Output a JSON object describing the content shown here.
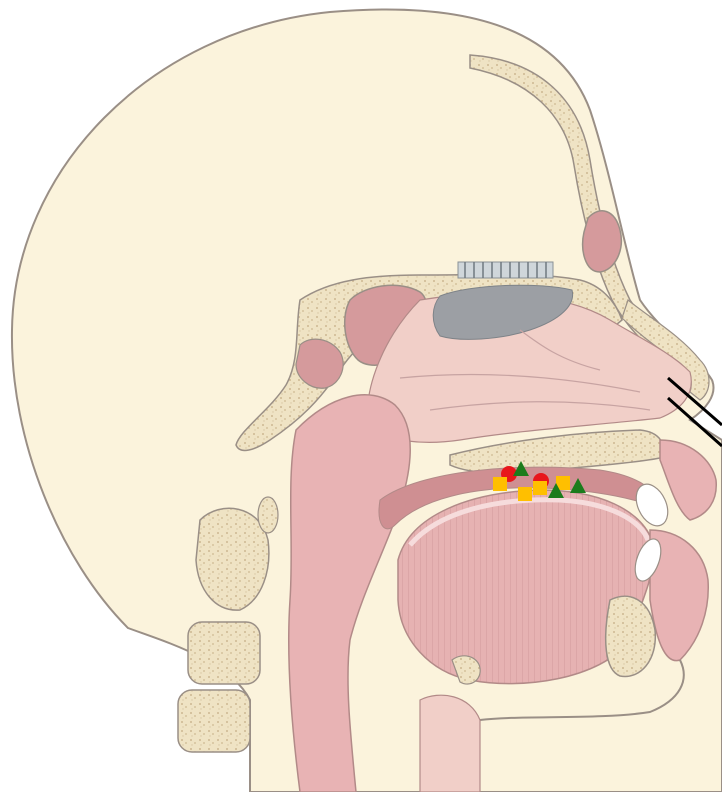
{
  "figure": {
    "subject": "sagittal-head-anatomy",
    "colors": {
      "skin": "#fbf3dc",
      "outline": "#9a8f86",
      "bone": "#efe3c4",
      "bone_speckle": "#cdb892",
      "tissue": "#e9b8b6",
      "tissue_dark": "#c98a8c",
      "cavity": "#f1cfc8",
      "gray_region": "#9c9fa4",
      "teeth": "#ffffff"
    }
  },
  "markers": [
    {
      "shape": "circle",
      "color": "#e8161b"
    },
    {
      "shape": "triangle",
      "color": "#1c7c1c"
    },
    {
      "shape": "square",
      "color": "#ffbf00"
    },
    {
      "shape": "circle",
      "color": "#e8161b"
    },
    {
      "shape": "square",
      "color": "#ffbf00"
    },
    {
      "shape": "square",
      "color": "#ffbf00"
    },
    {
      "shape": "triangle",
      "color": "#1c7c1c"
    },
    {
      "shape": "triangle",
      "color": "#1c7c1c"
    },
    {
      "shape": "square",
      "color": "#ffbf00"
    }
  ],
  "annotation_lines": {
    "count": 2,
    "color": "#000000"
  }
}
